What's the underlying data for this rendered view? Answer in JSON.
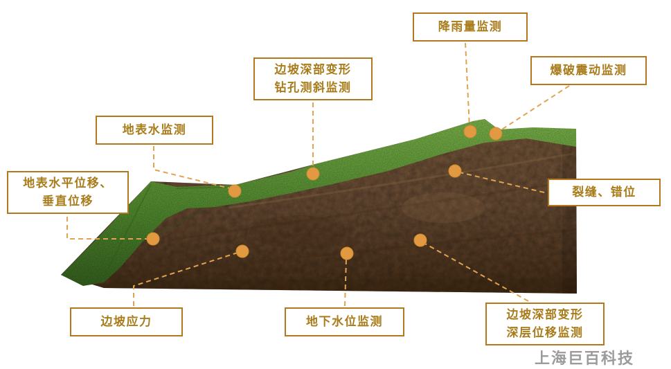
{
  "diagram": {
    "type": "slope-monitoring-schematic",
    "subject": "open-pit slope cross-section with monitoring points"
  },
  "labels": {
    "rainfall": "降雨量监测",
    "blasting": "爆破震动监测",
    "borehole": "边坡深部变形\n钻孔测斜监测",
    "surface_water": "地表水监测",
    "displacement": "地表水平位移、\n垂直位移",
    "cracks": "裂缝、错位",
    "stress": "边坡应力",
    "groundwater": "地下水位监测",
    "deep_displacement": "边坡深部变形\n深层位移监测"
  },
  "watermark": "上海巨百科技",
  "colors": {
    "label_border": "#b5771d",
    "label_text": "#a97c1b",
    "dot": "#e19a41",
    "dot_edge": "#cf8a2e",
    "line": "#dfa352",
    "grass_light": "#82bd4f",
    "grass_dark": "#35621f",
    "soil_light": "#82603f",
    "soil_dark": "#4a3018",
    "watermark_text": "#9b9b9b"
  }
}
